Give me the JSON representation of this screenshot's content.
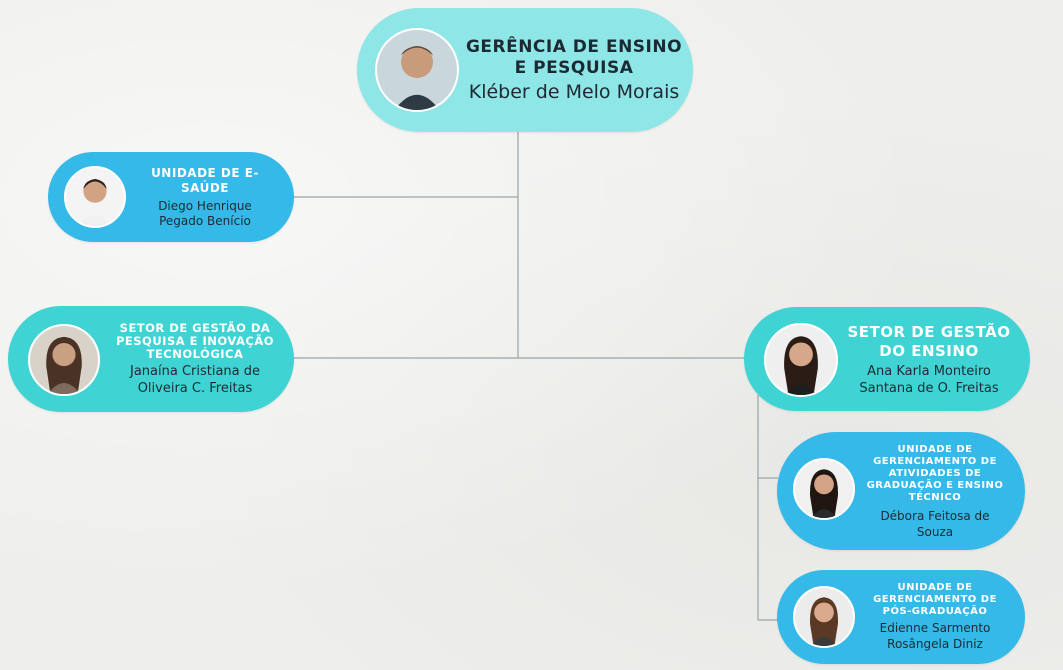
{
  "top": {
    "title": "GERÊNCIA DE ENSINO E PESQUISA",
    "name": "Kléber de Melo Morais"
  },
  "left_nodes": [
    {
      "title": "UNIDADE DE E-SAÚDE",
      "name": "Diego Henrique Pegado Benício"
    },
    {
      "title": "SETOR DE GESTÃO DA PESQUISA E INOVAÇÃO TECNOLÓGICA",
      "name": "Janaína Cristiana de Oliveira C. Freitas"
    }
  ],
  "right_node": {
    "title": "SETOR DE GESTÃO DO ENSINO",
    "name": "Ana Karla Monteiro Santana de O. Freitas"
  },
  "sub_nodes": [
    {
      "title": "UNIDADE DE GERENCIAMENTO DE ATIVIDADES DE GRADUAÇÃO E ENSINO TÉCNICO",
      "name": "Débora Feitosa de Souza"
    },
    {
      "title": "UNIDADE DE GERENCIAMENTO DE PÓS-GRADUAÇÃO",
      "name": "Edienne Sarmento Rosângela Diniz"
    }
  ],
  "colors": {
    "top": "#8ee6e6",
    "teal": "#3fd3d3",
    "blue": "#35b9e8",
    "line": "#9aa4a8"
  },
  "icons": [
    "person-photo-icon"
  ]
}
